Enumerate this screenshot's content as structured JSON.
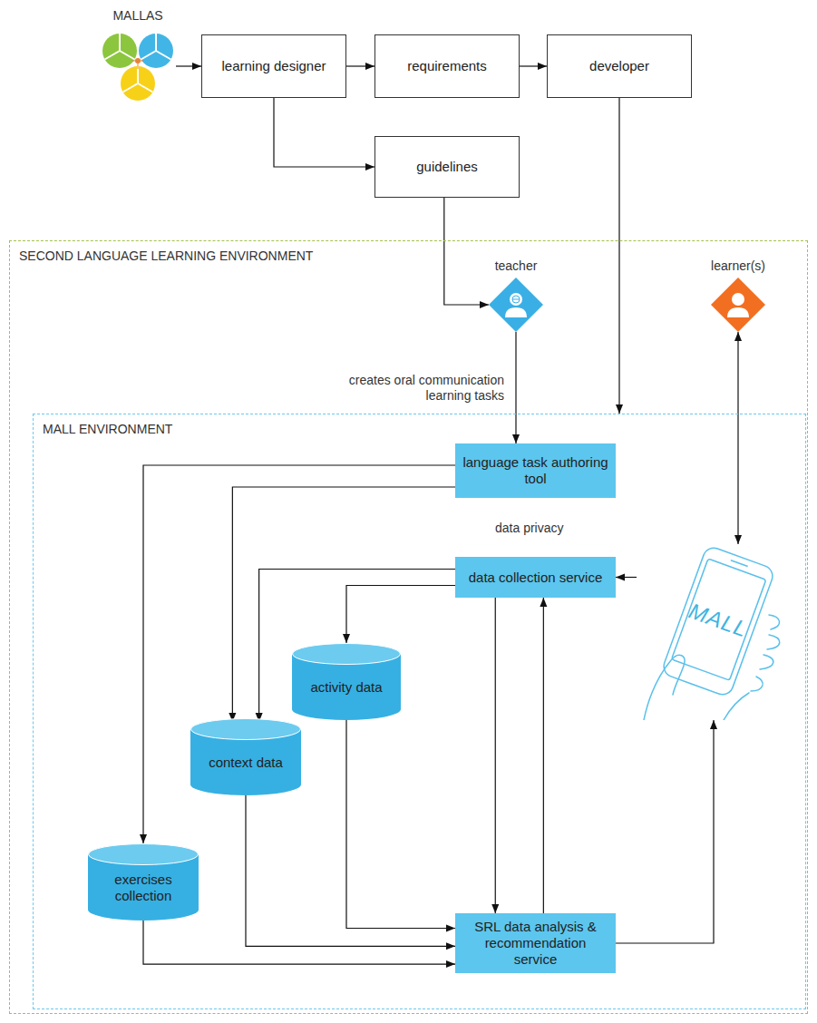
{
  "diagram": {
    "nodes": [
      {
        "text": [
          "MALLAS"
        ]
      },
      {
        "text": [
          "learning designer"
        ]
      },
      {
        "text": [
          "requirements"
        ]
      },
      {
        "text": [
          "developer"
        ]
      },
      {
        "text": [
          "guidelines"
        ]
      },
      {
        "text": [
          "SECOND LANGUAGE LEARNING ENVIRONMENT"
        ]
      },
      {
        "text": [
          "teacher"
        ],
        "in": 5
      },
      {
        "text": [
          "learner(s)"
        ],
        "in": 5
      },
      {
        "text": [
          "MALL ENVIRONMENT"
        ],
        "in": 5
      },
      {
        "text": [
          "language task authoring tool"
        ],
        "in": 8
      },
      {
        "text": [
          "data collection service"
        ],
        "in": 8
      },
      {
        "text": [
          "activity data"
        ],
        "in": 8
      },
      {
        "text": [
          "context data"
        ],
        "in": 8
      },
      {
        "text": [
          "exercises collection"
        ],
        "in": 8
      },
      {
        "text": [
          "SRL data analysis & recommendation service"
        ],
        "in": 8
      },
      {
        "text": [
          "MALL"
        ],
        "in": 8
      }
    ],
    "edges": [
      {
        "from": 0,
        "to": 1,
        "arrow": "to"
      },
      {
        "from": 1,
        "to": 2,
        "arrow": "to"
      },
      {
        "from": 2,
        "to": 3,
        "arrow": "to"
      },
      {
        "from": 1,
        "to": 4,
        "arrow": "to"
      },
      {
        "from": 4,
        "to": 6,
        "arrow": "to"
      },
      {
        "from": 3,
        "to": 8,
        "arrow": "to"
      },
      {
        "from": 6,
        "to": 9,
        "label": "creates oral communication learning tasks",
        "arrow": "to"
      },
      {
        "from": 7,
        "to": 15,
        "arrow": "both"
      },
      {
        "from": 9,
        "to": 13,
        "arrow": "to"
      },
      {
        "from": 9,
        "to": 12,
        "arrow": "to"
      },
      {
        "from": 15,
        "to": 10,
        "arrow": "to"
      },
      {
        "from": 10,
        "to": 12,
        "arrow": "to"
      },
      {
        "from": 10,
        "to": 11,
        "arrow": "to"
      },
      {
        "from": 10,
        "to": 14,
        "arrow": "to"
      },
      {
        "from": 14,
        "to": 10,
        "arrow": "to"
      },
      {
        "from": 11,
        "to": 14,
        "arrow": "to"
      },
      {
        "from": 12,
        "to": 14,
        "arrow": "to"
      },
      {
        "from": 13,
        "to": 14,
        "arrow": "to"
      },
      {
        "from": 14,
        "to": 15,
        "arrow": "to"
      }
    ],
    "labels": [
      "data privacy"
    ]
  }
}
